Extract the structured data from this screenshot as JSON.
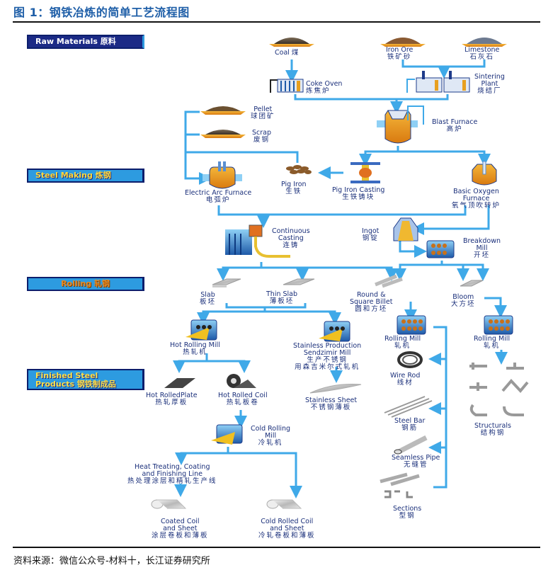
{
  "figure": {
    "title": "图 1：钢铁冶炼的简单工艺流程图",
    "source": "资料来源：微信公众号-材料十，长江证券研究所"
  },
  "stages": [
    {
      "id": "raw",
      "label": "Raw Materials 原料"
    },
    {
      "id": "steel",
      "label": "Steel Making 炼钢"
    },
    {
      "id": "roll",
      "label": "Rolling 轧钢"
    },
    {
      "id": "fin",
      "label_line1": "Finished Steel",
      "label_line2": "Products 钢铁制成品"
    }
  ],
  "nodes": {
    "coal": {
      "en": "Coal 煤",
      "zh": ""
    },
    "iron_ore": {
      "en": "Iron Ore",
      "zh": "铁矿砂"
    },
    "limestone": {
      "en": "Limestone",
      "zh": "石灰石"
    },
    "coke_oven": {
      "en": "Coke Oven",
      "zh": "炼焦炉"
    },
    "sintering": {
      "en": "Sintering",
      "en2": "Plant",
      "zh": "烧结厂"
    },
    "pellet": {
      "en": "Pellet",
      "zh": "球团矿"
    },
    "scrap": {
      "en": "Scrap",
      "zh": "废钢"
    },
    "blast_furnace": {
      "en": "Blast Furnace",
      "zh": "高炉"
    },
    "eaf": {
      "en": "Electric Arc Furnace",
      "zh": "电弧炉"
    },
    "pig_iron": {
      "en": "Pig Iron",
      "zh": "生铁"
    },
    "pig_iron_casting": {
      "en": "Pig Iron Casting",
      "zh": "生铁铸块"
    },
    "bof": {
      "en": "Basic Oxygen",
      "en2": "Furnace",
      "zh": "氧气顶吹转炉"
    },
    "continuous_casting": {
      "en": "Continuous",
      "en2": "Casting",
      "zh": "连铸"
    },
    "ingot": {
      "en": "Ingot",
      "zh": "钢锭"
    },
    "breakdown_mill": {
      "en": "Breakdown",
      "en2": "Mill",
      "zh": "开坯"
    },
    "slab": {
      "en": "Slab",
      "zh": "板坯"
    },
    "thin_slab": {
      "en": "Thin Slab",
      "zh": "薄板坯"
    },
    "billet": {
      "en": "Round &",
      "en2": "Square Billet",
      "zh": "圆和方坯"
    },
    "bloom": {
      "en": "Bloom",
      "zh": "大方坯"
    },
    "hot_rolling_mill": {
      "en": "Hot Rolling Mill",
      "zh": "热轧机"
    },
    "sendzimir": {
      "en": "Stainless Production",
      "en2": "Sendzimir Mill",
      "zh": "生产不锈钢",
      "zh2": "用森吉米尔式轧机"
    },
    "rolling_mill_1": {
      "en": "Rolling Mill",
      "zh": "轧机"
    },
    "rolling_mill_2": {
      "en": "Rolling Mill",
      "zh": "轧机"
    },
    "hot_plate": {
      "en": "Hot RolledPlate",
      "zh": "热轧厚板"
    },
    "hot_coil": {
      "en": "Hot Rolled Coil",
      "zh": "热轧板卷"
    },
    "stainless_sheet": {
      "en": "Stainless Sheet",
      "zh": "不锈钢薄板"
    },
    "wire_rod": {
      "en": "Wire Rod",
      "zh": "线材"
    },
    "steel_bar": {
      "en": "Steel Bar",
      "zh": "钢筋"
    },
    "seamless_pipe": {
      "en": "Seamless Pipe",
      "zh": "无缝管"
    },
    "sections": {
      "en": "Sections",
      "zh": "型钢"
    },
    "structurals": {
      "en": "Structurals",
      "zh": "结构钢"
    },
    "cold_rolling_mill": {
      "en": "Cold Rolling",
      "en2": "Mill",
      "zh": "冷轧机"
    },
    "heat_treating": {
      "en": "Heat Treating, Coating",
      "en2": "and Finishing Line",
      "zh": "热处理涂层和精轧生产线"
    },
    "coated_coil": {
      "en": "Coated Coil",
      "en2": "and Sheet",
      "zh": "涂层卷板和薄板"
    },
    "cold_coil": {
      "en": "Cold Rolled Coil",
      "en2": "and Sheet",
      "zh": "冷轧卷板和薄板"
    }
  },
  "colors": {
    "connector": "#3fa9e8",
    "label_text": "#1a2f7a",
    "title": "#1f5fa8",
    "stage_fill": "#2d9be0",
    "stage_border": "#0c1e6c"
  }
}
